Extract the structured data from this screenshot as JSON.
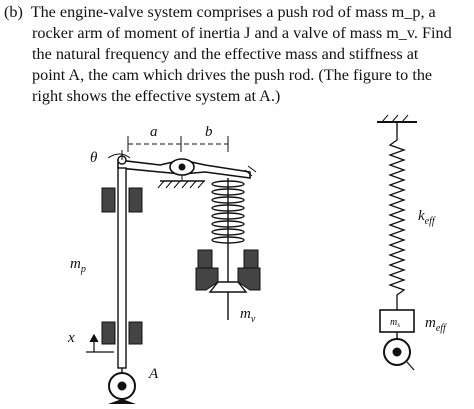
{
  "problem": {
    "part_label": "(b)",
    "lines": [
      "The engine-valve system comprises a push rod of mass m_p, a",
      "rocker arm of moment of inertia J and a valve of mass m_v.  Find",
      "the natural frequency and the effective mass and stiffness at",
      "point A, the cam which drives the push rod.  (The figure to the",
      "right shows the effective system at A.)"
    ]
  },
  "figure": {
    "labels": {
      "a": "a",
      "b": "b",
      "theta": "θ",
      "m_p_main": "m",
      "m_p_sub": "p",
      "m_v_main": "m",
      "m_v_sub": "v",
      "x": "x",
      "A": "A",
      "k_main": "k",
      "k_sub": "eff",
      "ms_main": "m",
      "ms_sub": "s",
      "meff_main": "m",
      "meff_sub": "eff"
    }
  }
}
